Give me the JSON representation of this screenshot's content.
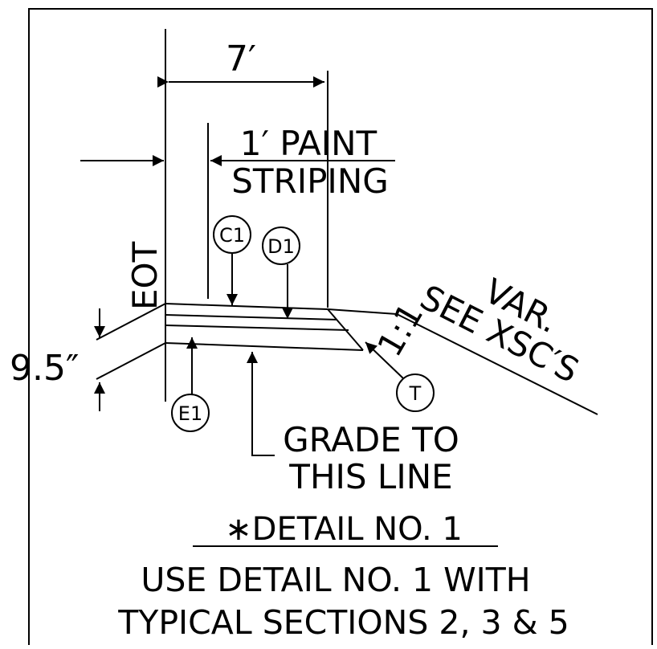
{
  "dimensions": {
    "width_label": "7′",
    "depth_label": "9.5″"
  },
  "labels": {
    "eot": "EOT",
    "paint_line1": "1′ PAINT",
    "paint_line2": "STRIPING",
    "var_line1": "VAR.",
    "var_line2": "SEE XSC′S",
    "slope": "1:1",
    "grade_line1": "GRADE TO",
    "grade_line2": "THIS LINE"
  },
  "callouts": {
    "c1": "C1",
    "d1": "D1",
    "e1": "E1",
    "t": "T"
  },
  "detail_title": "∗DETAIL NO. 1",
  "note": {
    "line1": "USE DETAIL NO. 1 WITH",
    "line2": "TYPICAL SECTIONS 2, 3 & 5"
  },
  "colors": {
    "ink": "#000000",
    "background": "#ffffff"
  }
}
